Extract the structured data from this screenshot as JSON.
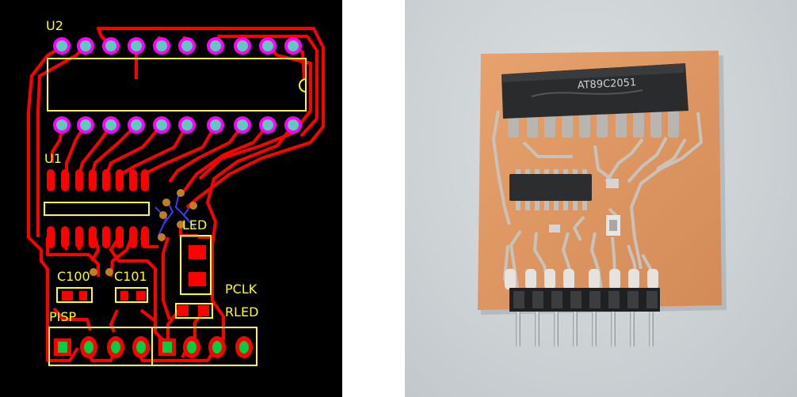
{
  "pcb": {
    "labels": {
      "u2": "U2",
      "u1": "U1",
      "led": "LED",
      "c100": "C100",
      "c101": "C101",
      "pclk": "PCLK",
      "rled": "RLED",
      "pisp": "PISP"
    },
    "colors": {
      "background": "#000000",
      "trace": "#ff0000",
      "silkscreen": "#ffff00",
      "bottom_trace": "#3a3aff",
      "pad": "#00d040"
    }
  },
  "photo": {
    "ic_marking": "AT89C2051"
  }
}
